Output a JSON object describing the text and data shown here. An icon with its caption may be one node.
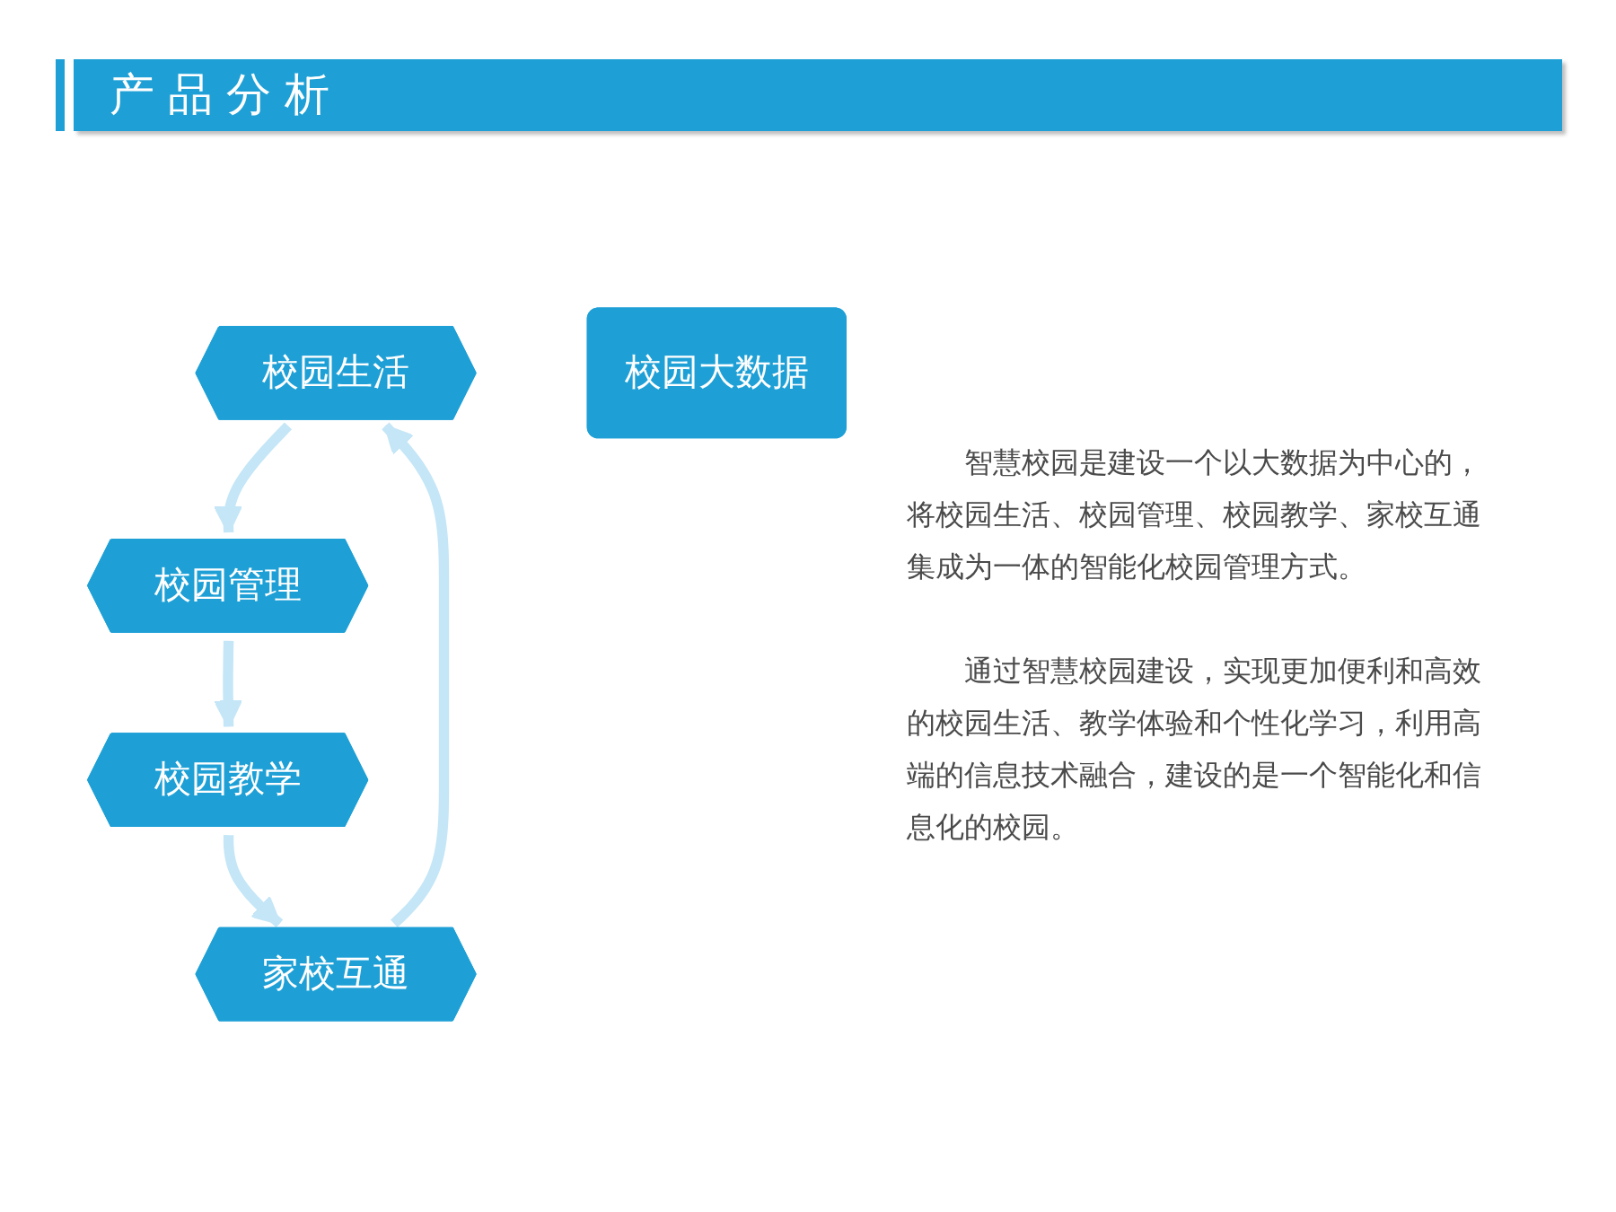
{
  "diagram": {
    "title": "产品分析",
    "nodes": [
      {
        "text": [
          "校园生活"
        ]
      },
      {
        "text": [
          "家校互通"
        ]
      },
      {
        "text": [
          "校园大数据"
        ]
      },
      {
        "text": [
          "校园管理"
        ]
      },
      {
        "text": [
          "校园教学"
        ]
      }
    ],
    "edges": [
      {
        "from": 0,
        "to": 3,
        "arrow": "to"
      },
      {
        "from": 3,
        "to": 4,
        "arrow": "to"
      },
      {
        "from": 4,
        "to": 1,
        "arrow": "to"
      },
      {
        "from": 1,
        "to": 0,
        "arrow": "to"
      }
    ],
    "labels": [
      "智慧校园是建设一个以大数据为中心的，将校园生活、校园管理、校园教学、家校互通集成为一体的智能化校园管理方式。",
      "通过智慧校园建设，实现更加便利和高效的校园生活、教学体验和个性化学习，利用高端的信息技术融合，建设的是一个智能化和信息化的校园。"
    ]
  }
}
